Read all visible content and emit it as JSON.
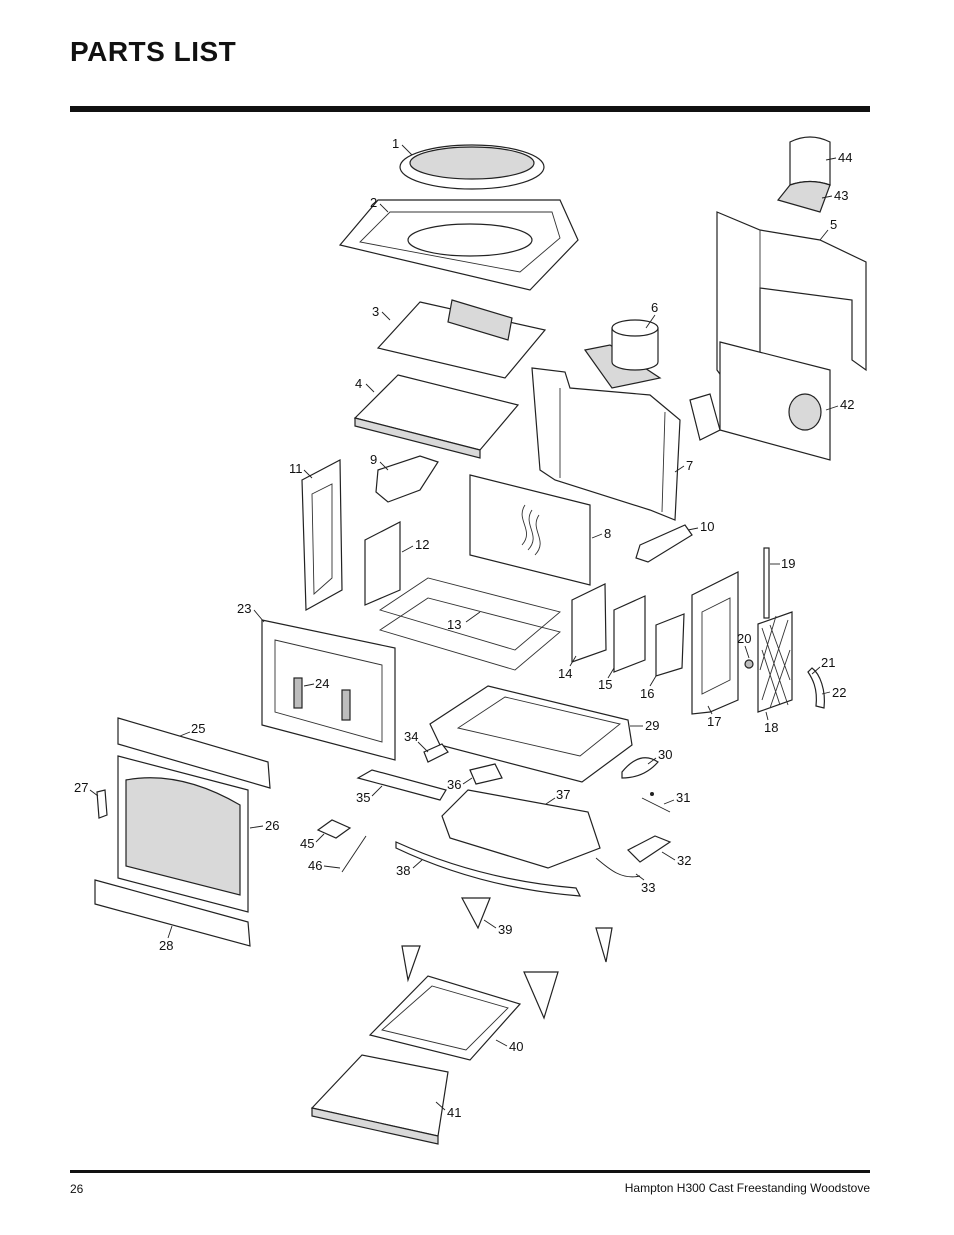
{
  "page": {
    "title": "PARTS LIST",
    "page_number": "26",
    "document_title": "Hampton H300 Cast Freestanding Woodstove"
  },
  "diagram": {
    "callouts": [
      "1",
      "2",
      "3",
      "4",
      "5",
      "6",
      "7",
      "8",
      "9",
      "10",
      "11",
      "12",
      "13",
      "14",
      "15",
      "16",
      "17",
      "18",
      "19",
      "20",
      "21",
      "22",
      "23",
      "24",
      "25",
      "26",
      "27",
      "28",
      "29",
      "30",
      "31",
      "32",
      "33",
      "34",
      "35",
      "36",
      "37",
      "38",
      "39",
      "40",
      "41",
      "42",
      "43",
      "44",
      "45",
      "46"
    ]
  }
}
